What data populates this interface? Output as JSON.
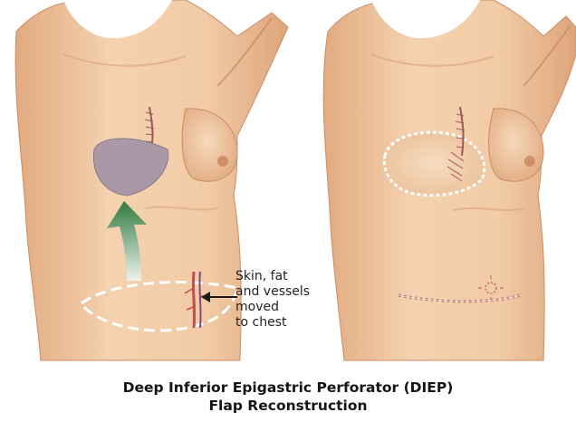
{
  "illustration": {
    "left_panel": "Before: donor tissue outlined on the abdomen",
    "right_panel": "After: flap placed on chest, abdominal closure",
    "colors": {
      "skin_light": "#f6d8b9",
      "skin_mid": "#eebf95",
      "skin_shadow": "#d99e72",
      "flap": "#a999a6",
      "arrow_top": "#2f7a3e",
      "arrow_bottom": "#e5ece4",
      "stitches": "#c07070"
    }
  },
  "callout": {
    "line1": "Skin, fat",
    "line2": "and vessels",
    "line3": "moved",
    "line4": "to chest"
  },
  "caption": {
    "line1": "Deep Inferior Epigastric Perforator (DIEP)",
    "line2": "Flap Reconstruction"
  }
}
